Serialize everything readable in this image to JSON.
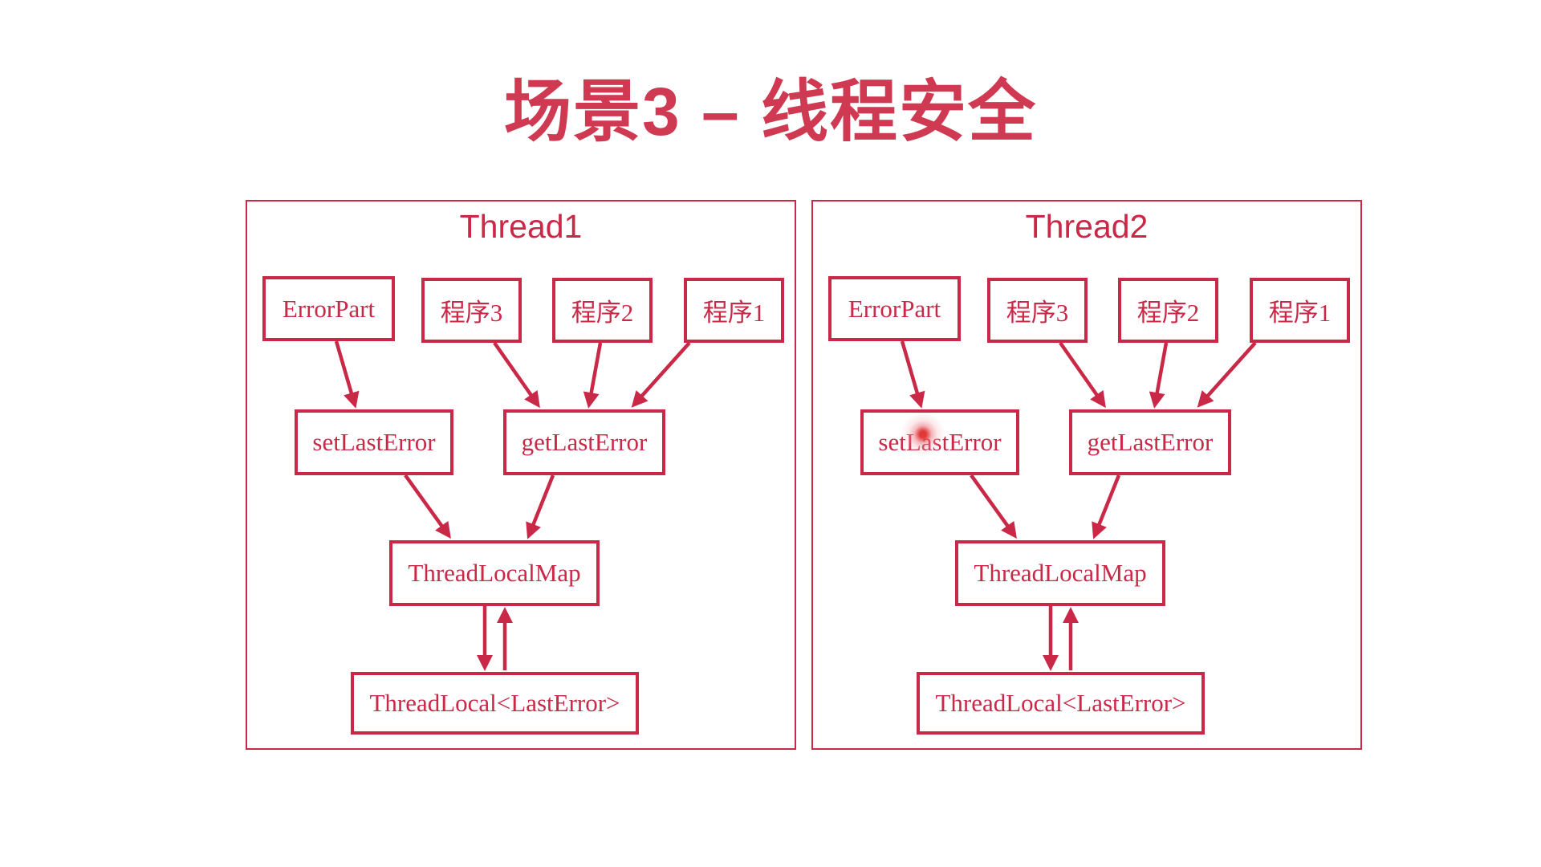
{
  "title": "场景3 – 线程安全",
  "colors": {
    "accent_red": "#c92847",
    "title_red": "#cf3a52",
    "laser_red": "#de2d2d",
    "background": "#ffffff"
  },
  "panels": [
    {
      "title": "Thread1",
      "nodes": {
        "errorpart": "ErrorPart",
        "prog3": "程序3",
        "prog2": "程序2",
        "prog1": "程序1",
        "set_last_error": "setLastError",
        "get_last_error": "getLastError",
        "thread_local_map": "ThreadLocalMap",
        "thread_local": "ThreadLocal<LastError>"
      }
    },
    {
      "title": "Thread2",
      "nodes": {
        "errorpart": "ErrorPart",
        "prog3": "程序3",
        "prog2": "程序2",
        "prog1": "程序1",
        "set_last_error": "setLastError",
        "get_last_error": "getLastError",
        "thread_local_map": "ThreadLocalMap",
        "thread_local": "ThreadLocal<LastError>"
      }
    }
  ],
  "edges_per_panel": [
    {
      "from": "ErrorPart",
      "to": "setLastError"
    },
    {
      "from": "程序3",
      "to": "getLastError"
    },
    {
      "from": "程序2",
      "to": "getLastError"
    },
    {
      "from": "程序1",
      "to": "getLastError"
    },
    {
      "from": "setLastError",
      "to": "ThreadLocalMap"
    },
    {
      "from": "getLastError",
      "to": "ThreadLocalMap"
    },
    {
      "from": "ThreadLocalMap",
      "to": "ThreadLocal<LastError>"
    },
    {
      "from": "ThreadLocal<LastError>",
      "to": "ThreadLocalMap"
    }
  ]
}
